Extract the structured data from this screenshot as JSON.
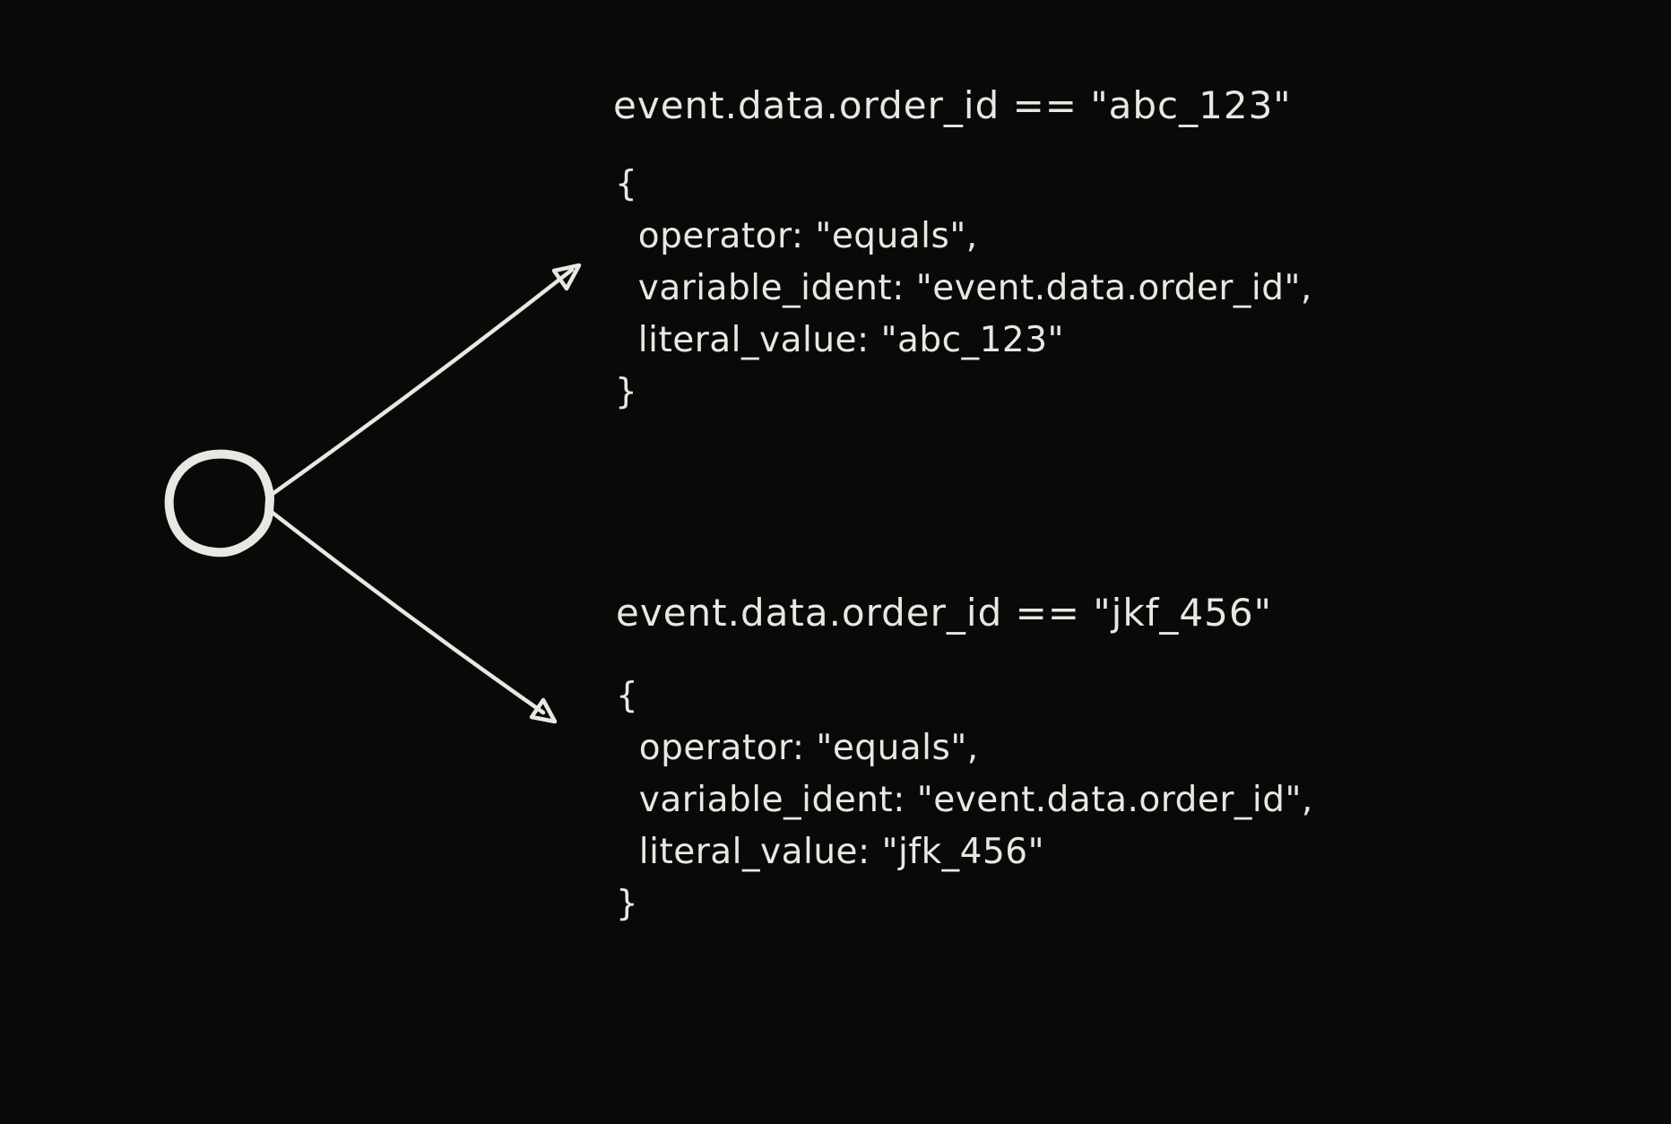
{
  "canvas": {
    "background_color": "#0a0908",
    "ink_color": "#e8e7e4"
  },
  "node": {
    "shape": "hand-drawn-circle",
    "label": ""
  },
  "branches": [
    {
      "expression": "event.data.order_id == \"abc_123\"",
      "condition_lines": [
        "{",
        "  operator: \"equals\",",
        "  variable_ident: \"event.data.order_id\",",
        "  literal_value: \"abc_123\"",
        "}"
      ]
    },
    {
      "expression": "event.data.order_id == \"jkf_456\"",
      "condition_lines": [
        "{",
        "  operator: \"equals\",",
        "  variable_ident: \"event.data.order_id\",",
        "  literal_value: \"jfk_456\"",
        "}"
      ]
    }
  ]
}
